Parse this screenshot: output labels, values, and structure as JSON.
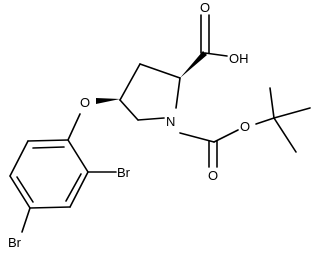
{
  "molecule": {
    "atoms": {
      "carboxyl_oxo": "O",
      "carboxyl_hydroxyl": "OH",
      "ether_oxygen": "O",
      "ring_nitrogen": "N",
      "boc_carbonyl_oxo": "O",
      "boc_ester_oxygen": "O",
      "bromine_ortho": "Br",
      "bromine_para": "Br"
    }
  }
}
